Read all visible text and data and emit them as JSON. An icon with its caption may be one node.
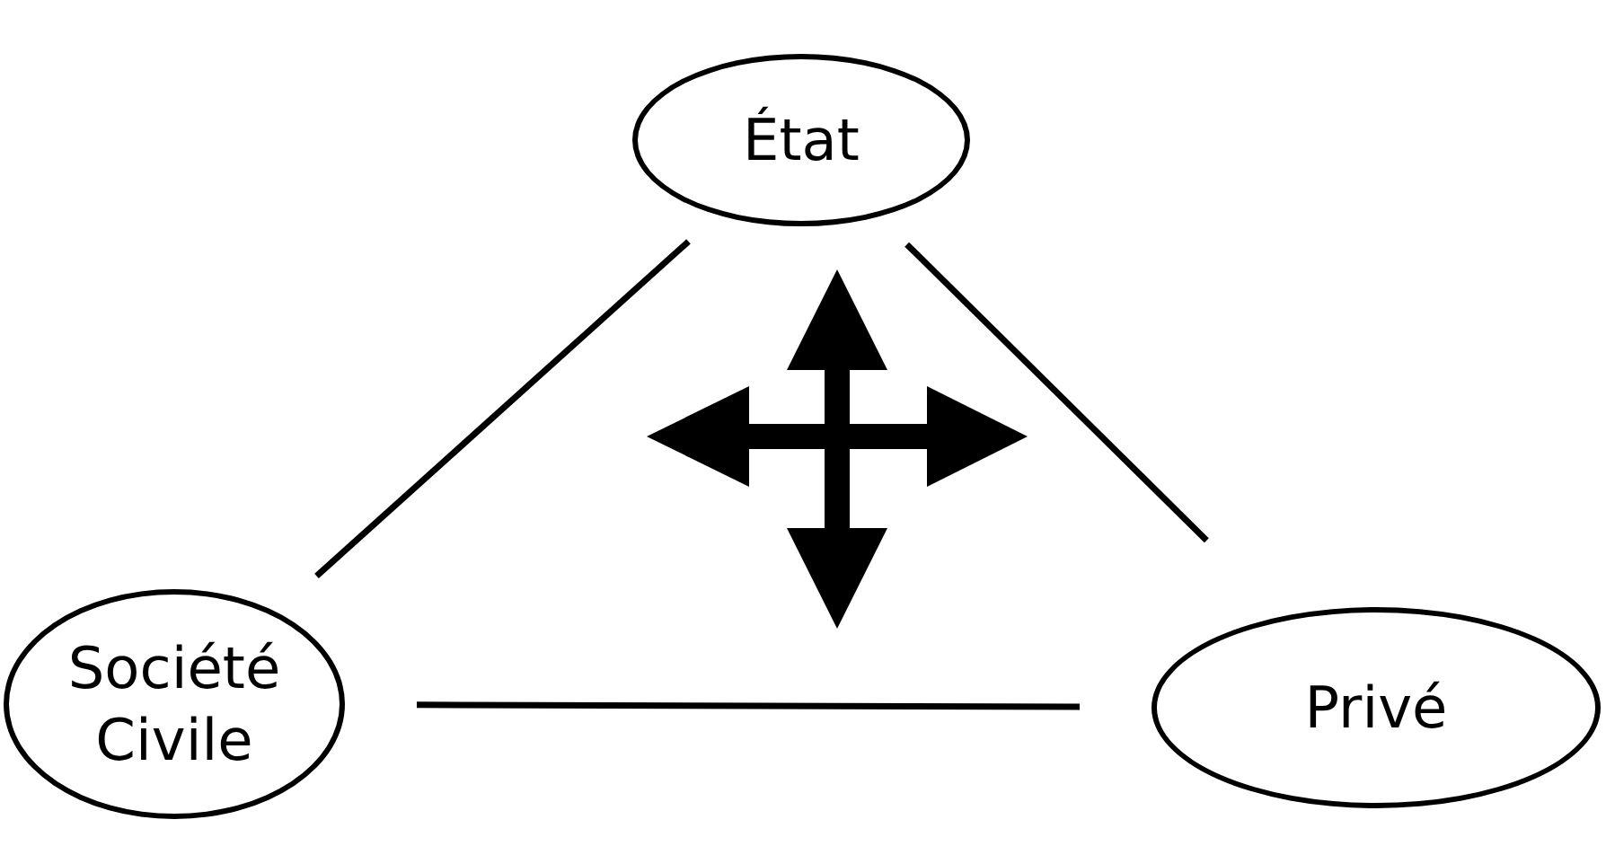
{
  "diagram": {
    "nodes": [
      {
        "text": [
          "État"
        ]
      },
      {
        "text": [
          "Société Civile"
        ]
      },
      {
        "text": [
          "Privé"
        ]
      }
    ],
    "edges": [
      {
        "from": 0,
        "to": 1,
        "arrow": "none"
      },
      {
        "from": 0,
        "to": 2,
        "arrow": "none"
      },
      {
        "from": 1,
        "to": 2,
        "arrow": "none"
      }
    ]
  }
}
